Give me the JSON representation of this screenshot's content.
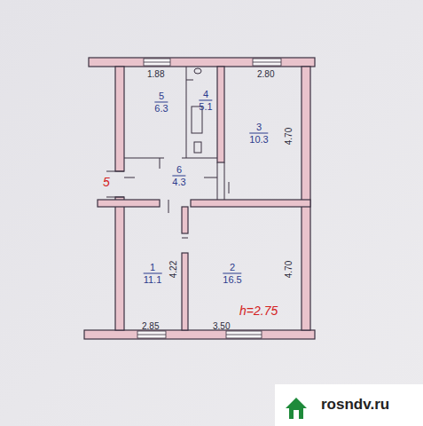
{
  "diagram": {
    "nodes": [
      {
        "text": [
          "5",
          "6.3"
        ]
      },
      {
        "text": [
          "4",
          "5.1"
        ]
      },
      {
        "text": [
          "3",
          "10.3"
        ]
      },
      {
        "text": [
          "6",
          "4.3"
        ]
      },
      {
        "text": [
          "1",
          "11.1"
        ]
      },
      {
        "text": [
          "2",
          "16.5"
        ]
      }
    ],
    "labels": [
      "1.88",
      "2.80",
      "4.70",
      "5",
      "4.22",
      "4.70",
      "h=2.75",
      "2.85",
      "3.50",
      "rosndv.ru"
    ]
  }
}
